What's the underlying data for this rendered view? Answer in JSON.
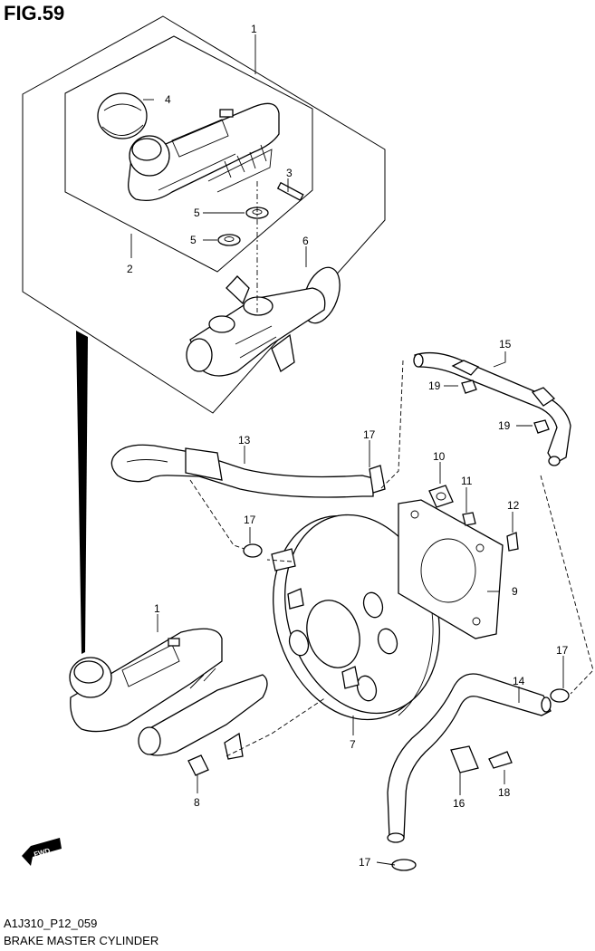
{
  "figure": {
    "title": "FIG.59",
    "code": "A1J310_P12_059",
    "caption": "BRAKE MASTER CYLINDER",
    "direction_badge": "FWD"
  },
  "callouts": [
    "1",
    "4",
    "3",
    "5",
    "5",
    "6",
    "2",
    "15",
    "19",
    "19",
    "13",
    "17",
    "10",
    "11",
    "12",
    "17",
    "9",
    "1",
    "17",
    "14",
    "18",
    "7",
    "8",
    "16",
    "17"
  ]
}
